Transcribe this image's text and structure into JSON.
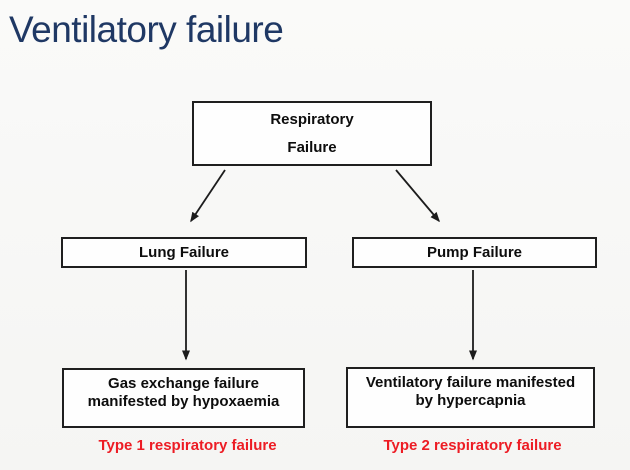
{
  "slide": {
    "title": "Ventilatory failure"
  },
  "flowchart": {
    "root_box": {
      "line1": "Respiratory",
      "line2": "Failure"
    },
    "lung_box": {
      "label": "Lung Failure"
    },
    "pump_box": {
      "label": "Pump Failure"
    },
    "gas_box": {
      "line1": "Gas exchange failure",
      "line2": "manifested by hypoxaemia"
    },
    "vent_box": {
      "line1": "Ventilatory failure manifested",
      "line2": "by hypercapnia"
    },
    "type1_label": "Type 1 respiratory failure",
    "type2_label": "Type 2 respiratory failure"
  },
  "colors": {
    "title_text": "#1f3864",
    "type_label_text": "#ed1c24",
    "box_border": "#1f1f1f",
    "box_fill": "#fefefe",
    "arrow": "#1c1c1c",
    "background": "#f9f9f7"
  }
}
